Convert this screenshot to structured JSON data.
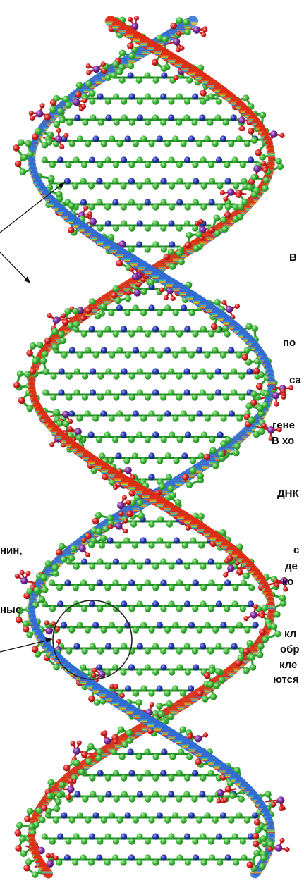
{
  "text_fragments": [
    {
      "id": "t1",
      "text": "В"
    },
    {
      "id": "t2",
      "text": "по"
    },
    {
      "id": "t3",
      "text": "са"
    },
    {
      "id": "t4",
      "text": "гене"
    },
    {
      "id": "t5",
      "text": "В хо"
    },
    {
      "id": "t6",
      "text": "ДНК"
    },
    {
      "id": "t7",
      "text": "нин,"
    },
    {
      "id": "t8",
      "text": "с"
    },
    {
      "id": "t9",
      "text": "де"
    },
    {
      "id": "t10",
      "text": "ко"
    },
    {
      "id": "t11",
      "text": "ные"
    },
    {
      "id": "t12",
      "text": "кл"
    },
    {
      "id": "t13",
      "text": "обр"
    },
    {
      "id": "t14",
      "text": "кле"
    },
    {
      "id": "t15",
      "text": "ются"
    }
  ],
  "colors": {
    "background": "#ffffff",
    "atom_carbon": "#3fb83a",
    "atom_carbon_dark": "#1f7d1f",
    "atom_oxygen": "#d62020",
    "atom_nitrogen": "#2436a8",
    "atom_phosphorus": "#7a2d9c",
    "ribbon_spectrum": [
      "#e02a12",
      "#f07a1a",
      "#2bb0e0",
      "#2f6ad8",
      "#7fd03a",
      "#d8d020"
    ],
    "annotation_line": "#111111"
  },
  "icons": {
    "molecule": "dna-double-helix-ball-and-stick",
    "callout": "circle-highlight"
  }
}
